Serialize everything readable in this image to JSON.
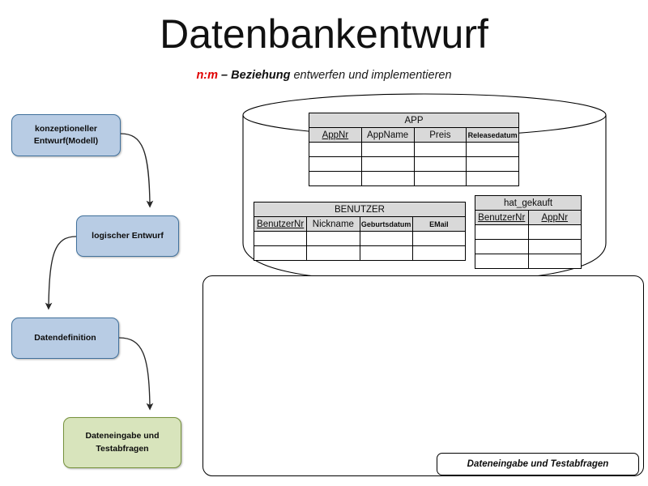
{
  "header": {
    "title": "Datenbankentwurf",
    "subtitle_accent": "n:m",
    "subtitle_bold": " – Beziehung",
    "subtitle_rest": " entwerfen und implementieren"
  },
  "flow": {
    "steps": [
      {
        "label": "konzeptioneller Entwurf(Modell)",
        "color": "#b8cce4"
      },
      {
        "label": "logischer Entwurf",
        "color": "#b8cce4"
      },
      {
        "label": "Datendefinition",
        "color": "#b8cce4"
      },
      {
        "label": "Dateneingabe und Testabfragen",
        "color": "#d8e4bc"
      }
    ]
  },
  "database": {
    "shape": "cylinder",
    "tables": [
      {
        "name": "APP",
        "columns": [
          {
            "label": "AppNr",
            "primary_key": true
          },
          {
            "label": "AppName",
            "primary_key": false
          },
          {
            "label": "Preis",
            "primary_key": false
          },
          {
            "label": "Releasedatum",
            "primary_key": false,
            "small": true
          }
        ],
        "empty_rows": 3
      },
      {
        "name": "BENUTZER",
        "columns": [
          {
            "label": "BenutzerNr",
            "primary_key": true
          },
          {
            "label": "Nickname",
            "primary_key": false
          },
          {
            "label": "Geburtsdatum",
            "primary_key": false,
            "small": true
          },
          {
            "label": "EMail",
            "primary_key": false,
            "small": true
          }
        ],
        "empty_rows": 2
      },
      {
        "name": "hat_gekauft",
        "columns": [
          {
            "label": "BenutzerNr",
            "primary_key": true
          },
          {
            "label": "AppNr",
            "primary_key": true
          }
        ],
        "empty_rows": 3
      }
    ]
  },
  "canvas": {
    "caption": "Dateneingabe und Testabfragen"
  },
  "colors": {
    "box_blue_fill": "#b8cce4",
    "box_blue_border": "#41719c",
    "box_green_fill": "#d8e4bc",
    "box_green_border": "#76923c",
    "table_header_gray": "#d9d9d9",
    "accent_red": "#e00000",
    "outline_black": "#000000"
  }
}
